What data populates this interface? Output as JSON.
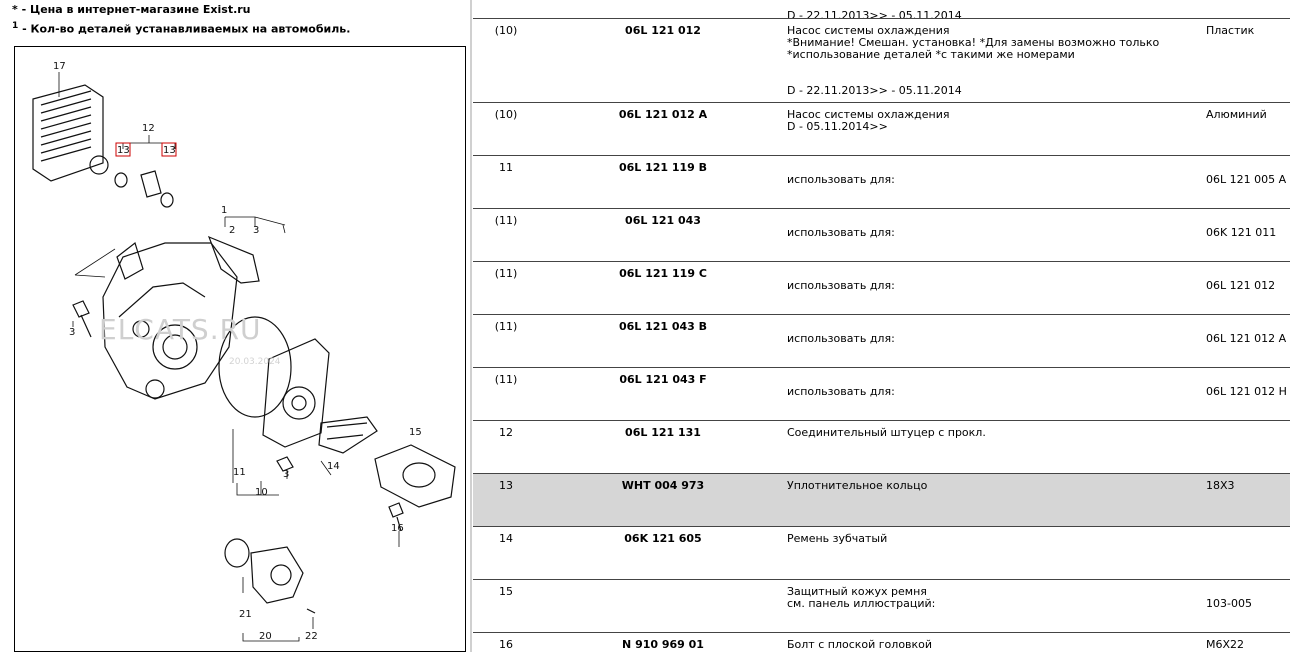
{
  "legend": {
    "price_symbol": "*",
    "price_text": " - Цена в интернет-магазине Exist.ru",
    "qty_symbol": "1",
    "qty_text": " - Кол-во деталей устанавливаемых на автомобиль."
  },
  "diagram": {
    "watermark": "ELCATS.RU",
    "watermark_date": "20.03.2024",
    "callouts": {
      "c17": "17",
      "c12": "12",
      "c13a": "13",
      "c13b": "13",
      "c1": "1",
      "c2": "2",
      "c3a": "3",
      "c3b": "3",
      "c3c": "3",
      "c11": "11",
      "c10": "10",
      "c14": "14",
      "c15": "15",
      "c16": "16",
      "c21": "21",
      "c20": "20",
      "c22": "22"
    }
  },
  "table": {
    "top_date_line": "D - 22.11.2013>> - 05.11.2014",
    "rows": [
      {
        "num": "(10)",
        "code": "06L 121 012",
        "desc": "Насос системы охлаждения\n*Внимание! Смешан. установка! *Для замены возможно только *использование деталей *с такими же номерами\n\n\nD - 22.11.2013>> - 05.11.2014",
        "val": "Пластик"
      },
      {
        "num": "(10)",
        "code": "06L 121 012 A",
        "desc": "Насос системы охлаждения\nD - 05.11.2014>>",
        "val": "Алюминий"
      },
      {
        "num": "11",
        "code": "06L 121 119 B",
        "desc": "\nиспользовать для:",
        "val": "\n06L 121 005 A"
      },
      {
        "num": "(11)",
        "code": "06L 121 043",
        "desc": "\nиспользовать для:",
        "val": "\n06K 121 011"
      },
      {
        "num": "(11)",
        "code": "06L 121 119 C",
        "desc": "\nиспользовать для:",
        "val": "\n06L 121 012"
      },
      {
        "num": "(11)",
        "code": "06L 121 043 B",
        "desc": "\nиспользовать для:",
        "val": "\n06L 121 012 A"
      },
      {
        "num": "(11)",
        "code": "06L 121 043 F",
        "desc": "\nиспользовать для:",
        "val": "\n06L 121 012 H"
      },
      {
        "num": "12",
        "code": "06L 121 131",
        "desc": "Соединительный штуцер с прокл.",
        "val": ""
      },
      {
        "num": "13",
        "code": "WHT 004 973",
        "desc": "Уплотнительное кольцо",
        "val": "18X3"
      },
      {
        "num": "14",
        "code": "06K 121 605",
        "desc": "Ремень зубчатый",
        "val": ""
      },
      {
        "num": "15",
        "code": "",
        "desc": "Защитный кожух ремня\nсм. панель иллюстраций:",
        "val": "\n103-005"
      },
      {
        "num": "16",
        "code": "N 910 969 01",
        "desc": "Болт с плоской головкой",
        "val": "M6X22"
      }
    ]
  },
  "colors": {
    "highlight_row": "#d6d6d6",
    "callout_box": "#cc0000"
  }
}
